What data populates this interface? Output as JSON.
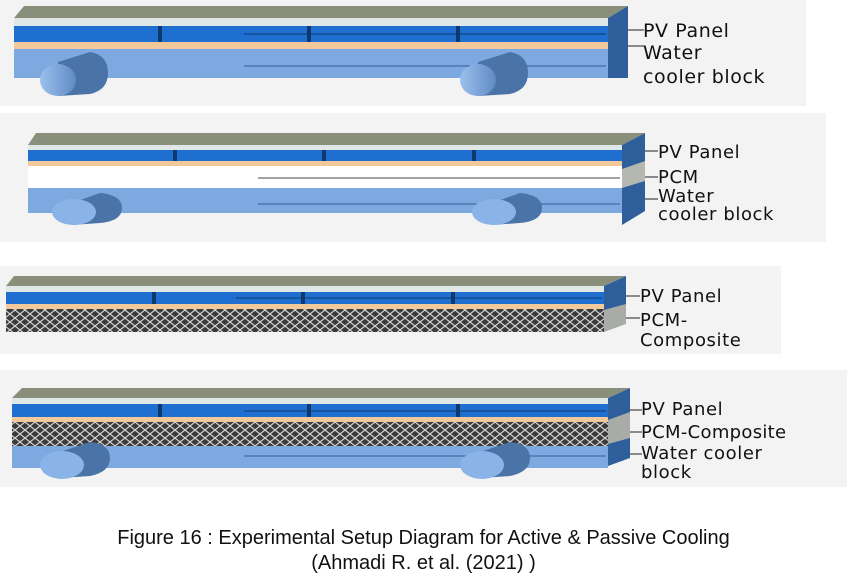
{
  "panels": [
    {
      "labels": [
        "PV Panel",
        "Water",
        "cooler block"
      ]
    },
    {
      "labels": [
        "PV Panel",
        "PCM",
        "Water",
        "cooler block"
      ]
    },
    {
      "labels": [
        "PV Panel",
        "PCM-",
        "Composite"
      ]
    },
    {
      "labels": [
        "PV Panel",
        "PCM-Composite",
        "Water cooler",
        "block"
      ]
    }
  ],
  "caption": {
    "line1": "Figure 16 : Experimental Setup Diagram for Active & Passive Cooling",
    "line2": "(Ahmadi R. et al. (2021) )"
  },
  "colors": {
    "top_gray": "#8a8f7c",
    "light_strip": "#dfe8e6",
    "pv_blue": "#1f6fd0",
    "pv_divider": "#0c3a6e",
    "tan_strip": "#f2c99b",
    "water_blue": "#7ea9e0",
    "side_dark": "#2f5f9a",
    "pcm_white": "#ffffff",
    "mesh_dark": "#3b3b3b",
    "tube_light": "#8ab4e8",
    "tube_dark": "#4a73a8"
  }
}
